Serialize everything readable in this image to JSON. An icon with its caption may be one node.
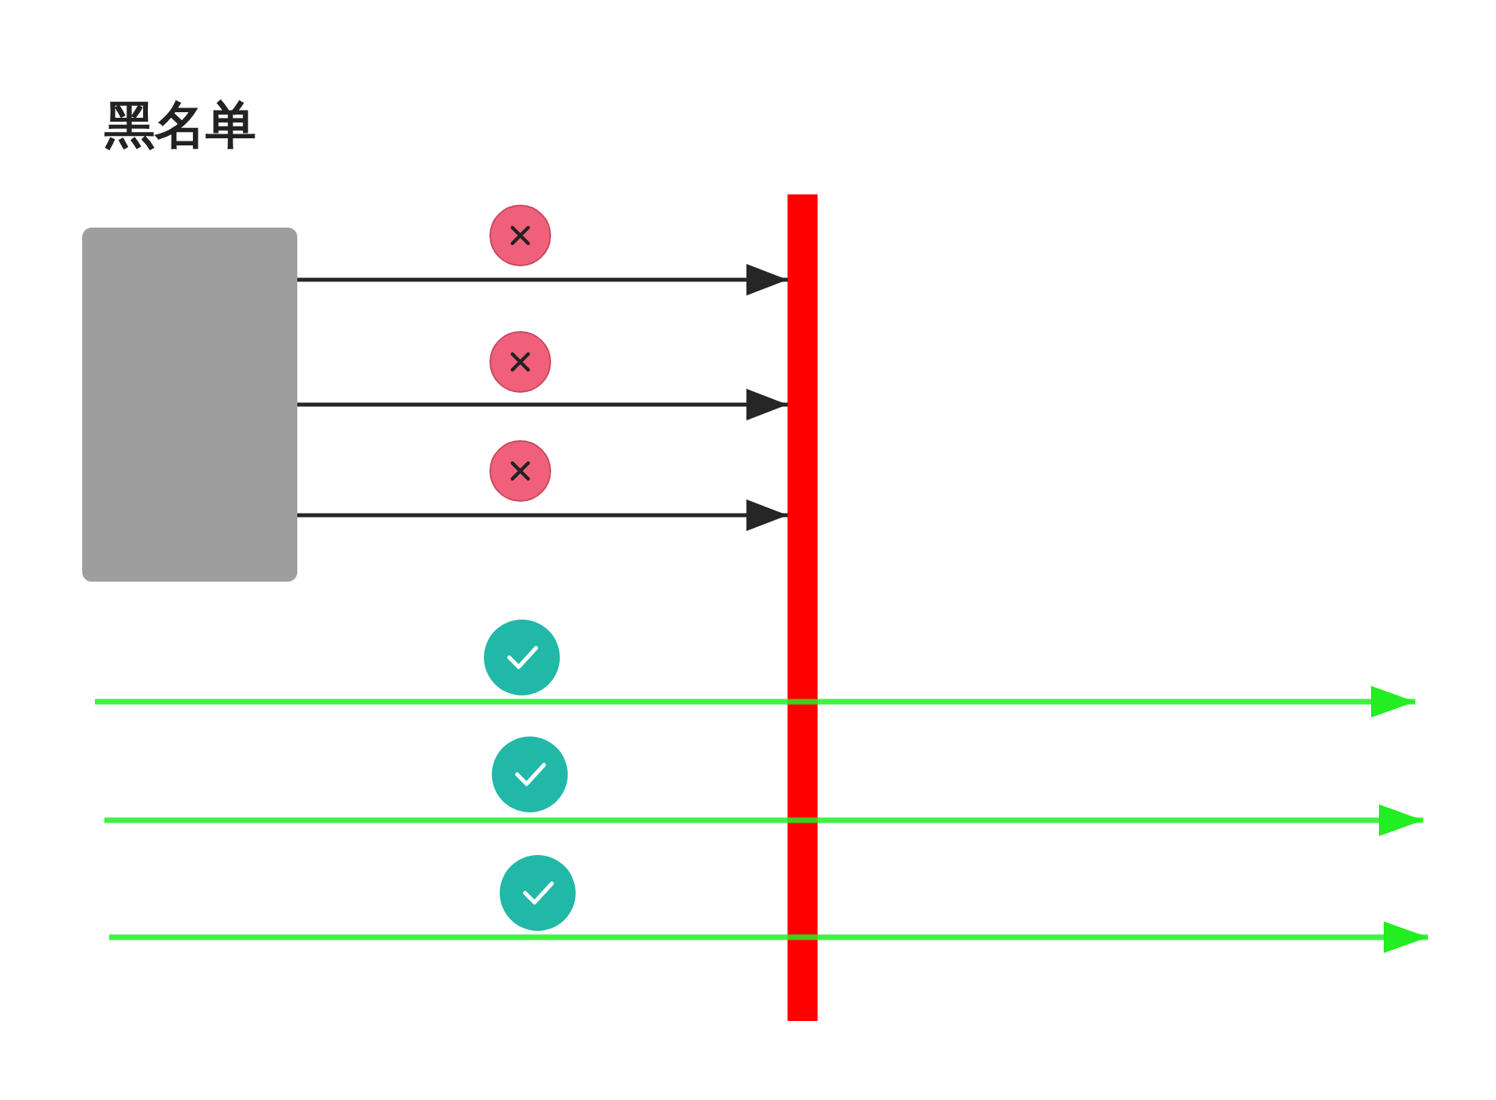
{
  "diagram": {
    "title": "黑名单",
    "nodes": [
      {
        "text": [],
        "shape": "box"
      },
      {
        "text": [],
        "shape": "bar"
      }
    ],
    "edges": [
      {
        "from": 0,
        "to": 1,
        "arrow": "to"
      },
      {
        "from": 0,
        "to": 1,
        "arrow": "to"
      },
      {
        "from": 0,
        "to": 1,
        "arrow": "to"
      }
    ]
  }
}
